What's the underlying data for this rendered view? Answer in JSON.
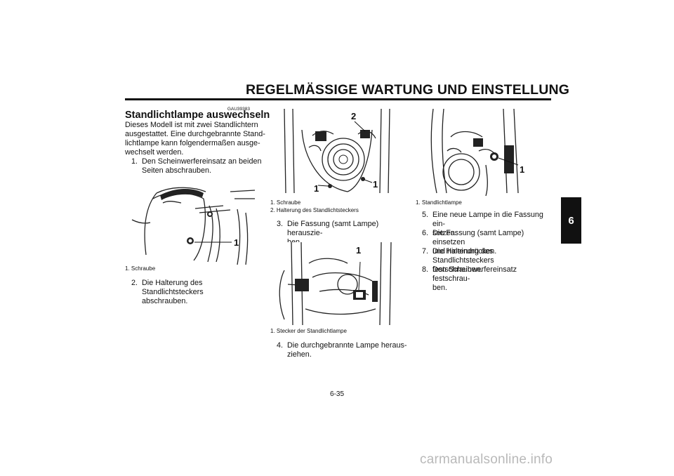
{
  "header": {
    "title": "REGELMÄSSIGE WARTUNG UND EINSTELLUNG",
    "chapter_tab": "6"
  },
  "doc_code": "GAU39383",
  "section": {
    "heading": "Standlichtlampe auswechseln",
    "intro_lines": [
      "Dieses Modell ist mit zwei Standlichtern",
      "ausgestattet. Eine durchgebrannte Stand-",
      "lichtlampe kann folgendermaßen ausge-",
      "wechselt werden."
    ]
  },
  "steps": [
    {
      "num": "1.",
      "lines": [
        "Den Scheinwerfereinsatz an beiden",
        "Seiten abschrauben."
      ]
    },
    {
      "num": "2.",
      "lines": [
        "Die Halterung des Standlichtsteckers",
        "abschrauben."
      ]
    },
    {
      "num": "3.",
      "lines": [
        "Die Fassung (samt Lampe) herauszie-",
        "hen."
      ]
    },
    {
      "num": "4.",
      "lines": [
        "Die durchgebrannte Lampe heraus-",
        "ziehen."
      ]
    },
    {
      "num": "5.",
      "lines": [
        "Eine neue Lampe in die Fassung ein-",
        "setzen."
      ]
    },
    {
      "num": "6.",
      "lines": [
        "Die Fassung (samt Lampe) einsetzen",
        "und hineindrücken."
      ]
    },
    {
      "num": "7.",
      "lines": [
        "Die Halterung des Standlichtsteckers",
        "festschrauben."
      ]
    },
    {
      "num": "8.",
      "lines": [
        "Den Scheinwerfereinsatz festschrau-",
        "ben."
      ]
    }
  ],
  "figures": [
    {
      "callouts": [
        "1"
      ],
      "captions": [
        "1.  Schraube"
      ]
    },
    {
      "callouts": [
        "2",
        "1",
        "1"
      ],
      "captions": [
        "1.  Schraube",
        "2.  Halterung des Standlichtsteckers"
      ]
    },
    {
      "callouts": [
        "1"
      ],
      "captions": [
        "1.  Stecker der Standlichtlampe"
      ]
    },
    {
      "callouts": [
        "1"
      ],
      "captions": [
        "1.  Standlichtlampe"
      ]
    }
  ],
  "page_number": "6-35",
  "watermark": "carmanualsonline.info"
}
